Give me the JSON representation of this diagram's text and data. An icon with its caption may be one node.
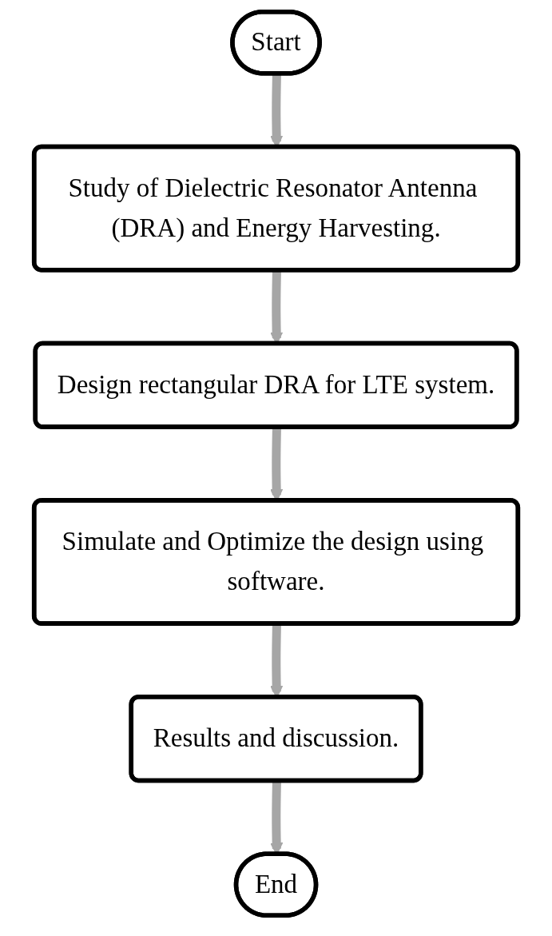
{
  "diagram": {
    "nodes": [
      {
        "text": [
          "Start"
        ]
      },
      {
        "text": [
          "Study of Dielectric Resonator Antenna (DRA) and Energy Harvesting."
        ]
      },
      {
        "text": [
          "Design rectangular DRA for LTE system."
        ]
      },
      {
        "text": [
          "Simulate and Optimize the design using software."
        ]
      },
      {
        "text": [
          "Results and discussion."
        ]
      },
      {
        "text": [
          "End"
        ]
      }
    ],
    "edges": [
      {
        "from": 0,
        "to": 1,
        "arrow": "to"
      },
      {
        "from": 1,
        "to": 2,
        "arrow": "to"
      },
      {
        "from": 2,
        "to": 3,
        "arrow": "to"
      },
      {
        "from": 3,
        "to": 4,
        "arrow": "to"
      },
      {
        "from": 4,
        "to": 5,
        "arrow": "to"
      }
    ]
  }
}
